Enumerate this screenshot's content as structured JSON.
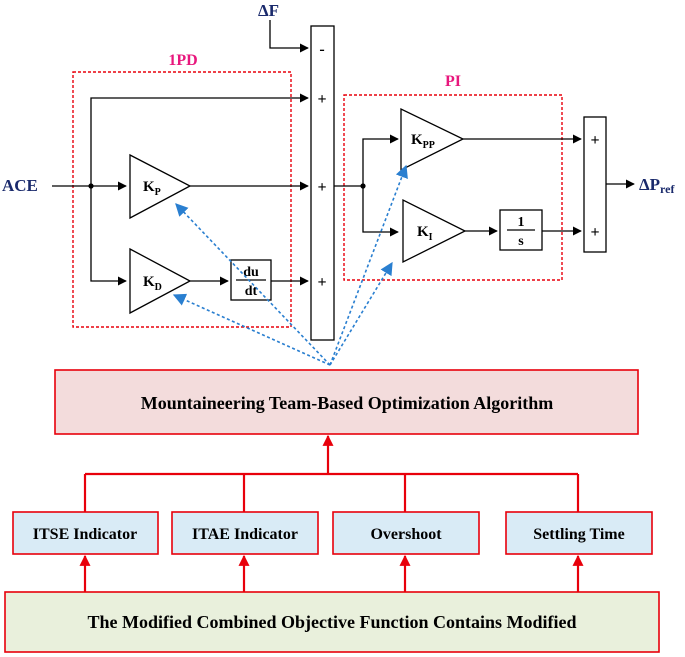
{
  "controller": {
    "pd_label": "1PD",
    "pi_label": "PI",
    "input_label": "ACE",
    "disturbance_symbol": "ΔF",
    "output_symbol": "ΔP",
    "output_subscript": "ref",
    "gain_kp": {
      "base": "K",
      "sub": "P"
    },
    "gain_kd": {
      "base": "K",
      "sub": "D"
    },
    "gain_kpp": {
      "base": "K",
      "sub": "PP"
    },
    "gain_ki": {
      "base": "K",
      "sub": "I"
    },
    "deriv_num": "du",
    "deriv_den": "dt",
    "integ_num": "1",
    "integ_den": "s",
    "sum1_signs": [
      "-",
      "+",
      "+",
      "+"
    ],
    "sum2_signs": [
      "+",
      "+"
    ]
  },
  "optimizer": {
    "label": "Mountaineering Team-Based Optimization Algorithm"
  },
  "indicators": [
    "ITSE Indicator",
    "ITAE Indicator",
    "Overshoot",
    "Settling Time"
  ],
  "objective": {
    "label": "The Modified Combined Objective Function Contains Modified"
  },
  "colors": {
    "dark_blue": "#1a2a6c",
    "magenta": "#e8177d",
    "red": "#e8000b",
    "dashed_blue": "#2a7fd0",
    "optimizer_fill": "#f3dcdc",
    "indicator_fill": "#d9ebf6",
    "objective_fill": "#e9f0dc"
  }
}
